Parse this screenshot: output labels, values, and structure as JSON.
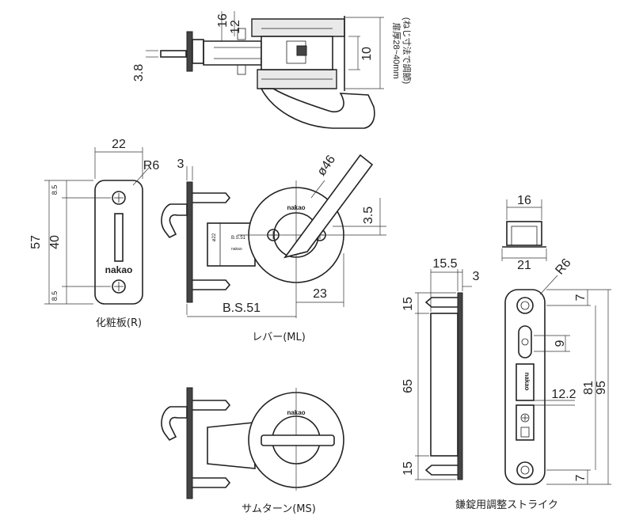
{
  "dimensions": {
    "top": [
      "16",
      "12",
      "3.8",
      "10"
    ],
    "door_note_lines": [
      "扉厚28~40mm",
      "(ねじ寸法で調節)"
    ],
    "escutcheon": [
      "22",
      "R6",
      "57",
      "40",
      "8.5",
      "8.5"
    ],
    "lever": [
      "3",
      "ø46",
      "3.5",
      "23",
      "B.S.51"
    ],
    "strike": [
      "16",
      "21",
      "15.5",
      "3",
      "R6",
      "15",
      "65",
      "15",
      "9",
      "12.2",
      "7",
      "81",
      "95",
      "7"
    ]
  },
  "part_marks": {
    "brand": "nakao",
    "bs_mark": "B.S.51",
    "small_mark": "ø22"
  },
  "captions": {
    "escutcheon": "化粧板(R)",
    "lever": "レバー(ML)",
    "thumbturn": "サムターン(MS)",
    "strike": "鎌錠用調整ストライク"
  }
}
